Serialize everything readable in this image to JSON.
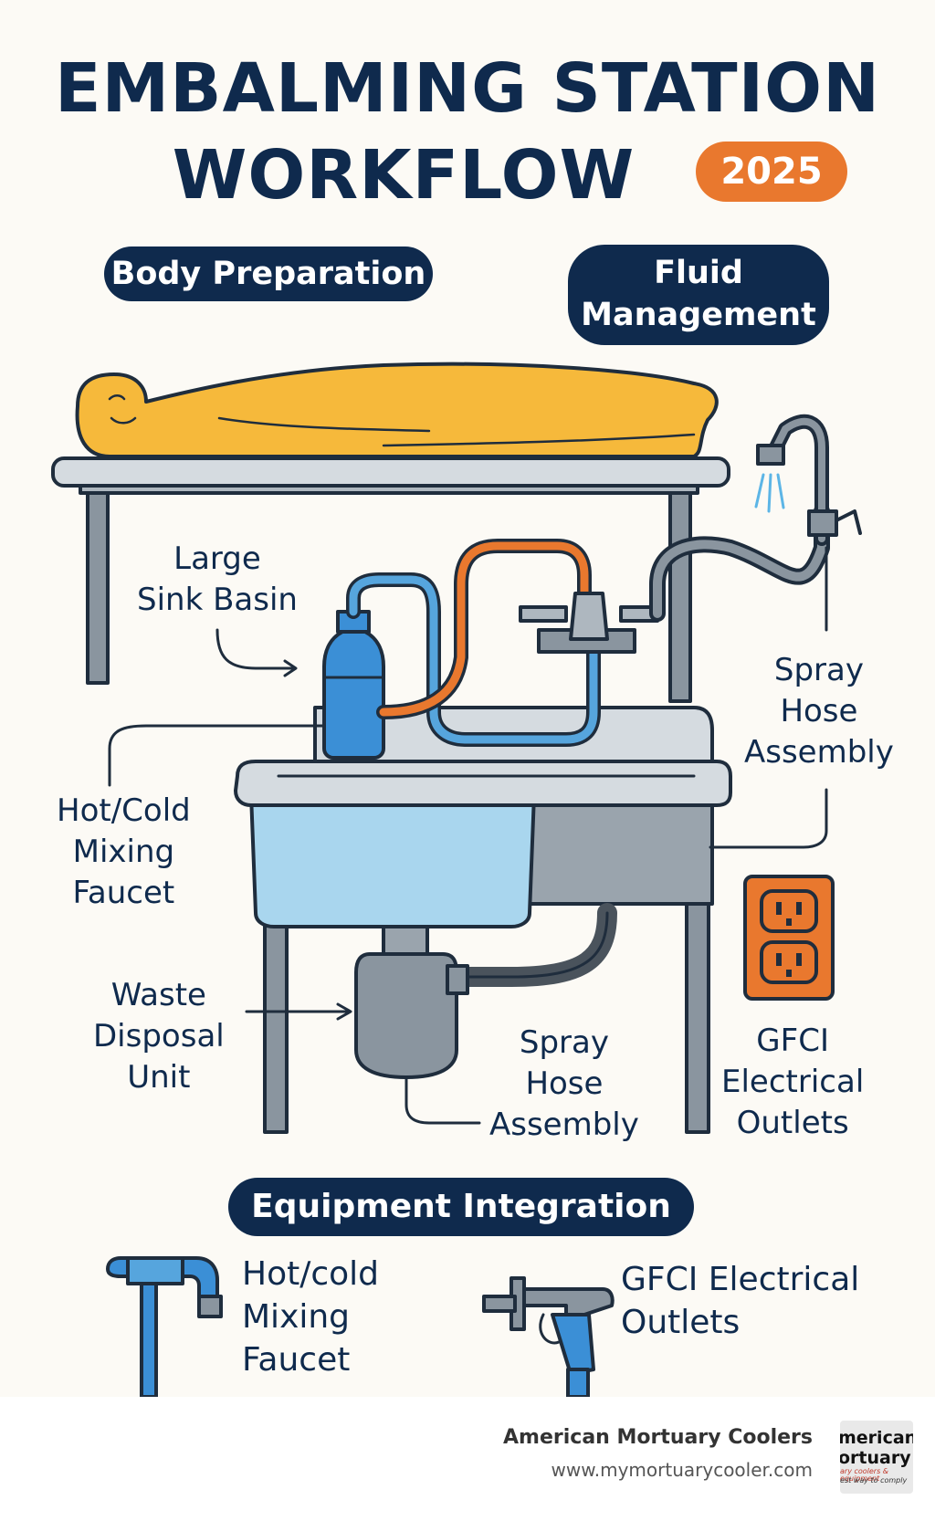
{
  "title": {
    "line1": "EMBALMING STATION",
    "line2": "WORKFLOW",
    "year": "2025"
  },
  "sections": {
    "body_preparation": "Body Preparation",
    "fluid_management_line1": "Fluid",
    "fluid_management_line2": "Management",
    "equipment_integration": "Equipment Integration"
  },
  "labels": {
    "sink_basin": [
      "Large",
      "Sink Basin"
    ],
    "faucet": [
      "Hot/Cold",
      "Mixing",
      "Faucet"
    ],
    "waste_disposal": [
      "Waste",
      "Disposal",
      "Unit"
    ],
    "spray_hose_right": [
      "Spray",
      "Hose",
      "Assembly"
    ],
    "spray_hose_bottom": [
      "Spray",
      "Hose",
      "Assembly"
    ],
    "gfci": [
      "GFCI",
      "Electrical",
      "Outlets"
    ]
  },
  "legend": {
    "faucet": [
      "Hot/cold",
      "Mixing",
      "Faucet"
    ],
    "gfci": [
      "GFCI Electrical",
      "Outlets"
    ]
  },
  "footer": {
    "brand": "American Mortuary Coolers",
    "url": "www.mymortuarycooler.com",
    "logo_line1": "merican",
    "logo_line2": "ortuary",
    "logo_line3": "ary coolers & equipment",
    "logo_line4": "est way to comply"
  },
  "colors": {
    "navy": "#0f2a4d",
    "orange": "#e9782e",
    "body_yellow": "#f6b93b",
    "water_blue": "#3b8fd6",
    "steel": "#8a959f"
  }
}
